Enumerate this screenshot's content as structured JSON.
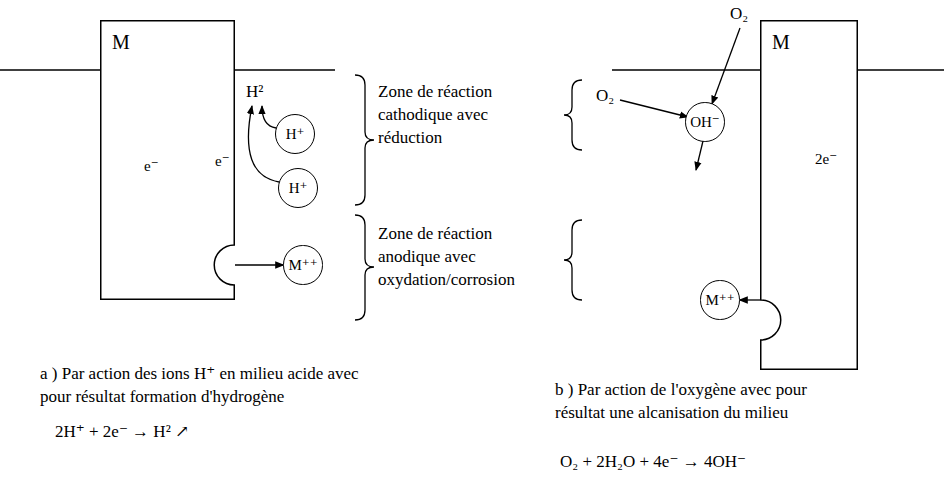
{
  "diagram": {
    "nodes": [
      {
        "text": [
          "M"
        ]
      },
      {
        "text": [
          "H⁺"
        ]
      },
      {
        "text": [
          "H⁺"
        ]
      },
      {
        "text": [
          "M⁺⁺"
        ]
      },
      {
        "text": [
          "M"
        ]
      },
      {
        "text": [
          "OH⁻"
        ]
      },
      {
        "text": [
          "M⁺⁺"
        ]
      }
    ],
    "edges": [
      {
        "from": 0,
        "to": 3,
        "arrow": "to"
      },
      {
        "from": 4,
        "to": 6,
        "arrow": "to"
      }
    ],
    "labels": [
      "H²",
      "e⁻",
      "e⁻",
      "Zone de réaction cathodique avec réduction",
      "Zone de réaction anodique avec oxydation/corrosion",
      "a ) Par action des ions H⁺ en milieu acide avec pour résultat formation d'hydrogène",
      "2H⁺ + 2e⁻ → H² ↗",
      "O₂",
      "O₂",
      "2e⁻",
      "b ) Par action de l'oxygène avec pour résultat une alcanisation du milieu",
      "O₂ + 2H₂O + 4e⁻ → 4OH⁻"
    ]
  }
}
